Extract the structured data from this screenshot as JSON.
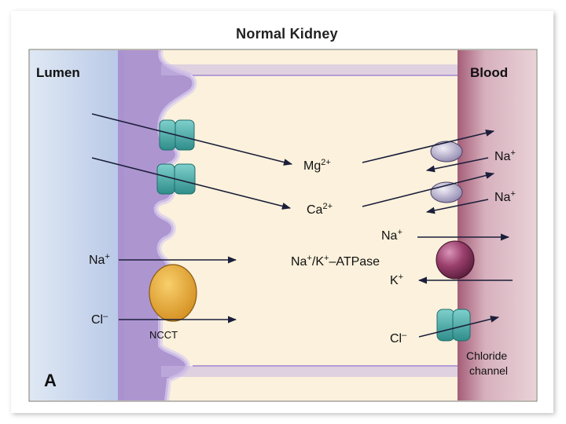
{
  "title": "Normal Kidney",
  "panel_letter": "A",
  "lumen_label": "Lumen",
  "blood_label": "Blood",
  "labels": {
    "mg": "Mg",
    "mg_sup": "2+",
    "ca": "Ca",
    "ca_sup": "2+",
    "na_right_1": "Na",
    "na_right_2": "Na",
    "na_pump": "Na",
    "atpase_na": "Na",
    "atpase_k": "/K",
    "atpase_tail": "–ATPase",
    "k_pump": "K",
    "plus": "+",
    "minus": "–",
    "na_left": "Na",
    "cl_left": "Cl",
    "ncct": "NCCT",
    "cl_right": "Cl",
    "chloride_1": "Chloride",
    "chloride_2": "channel"
  },
  "colors": {
    "lumen": "#c9d9ee",
    "membrane_left": "#a98fcf",
    "cell": "#fbf1dc",
    "blood": "#c58a9e",
    "channel": "#4aa8a5",
    "ncct": "#e7a83a",
    "pump": "#8a3460",
    "exchanger": "#bcb6d2"
  }
}
